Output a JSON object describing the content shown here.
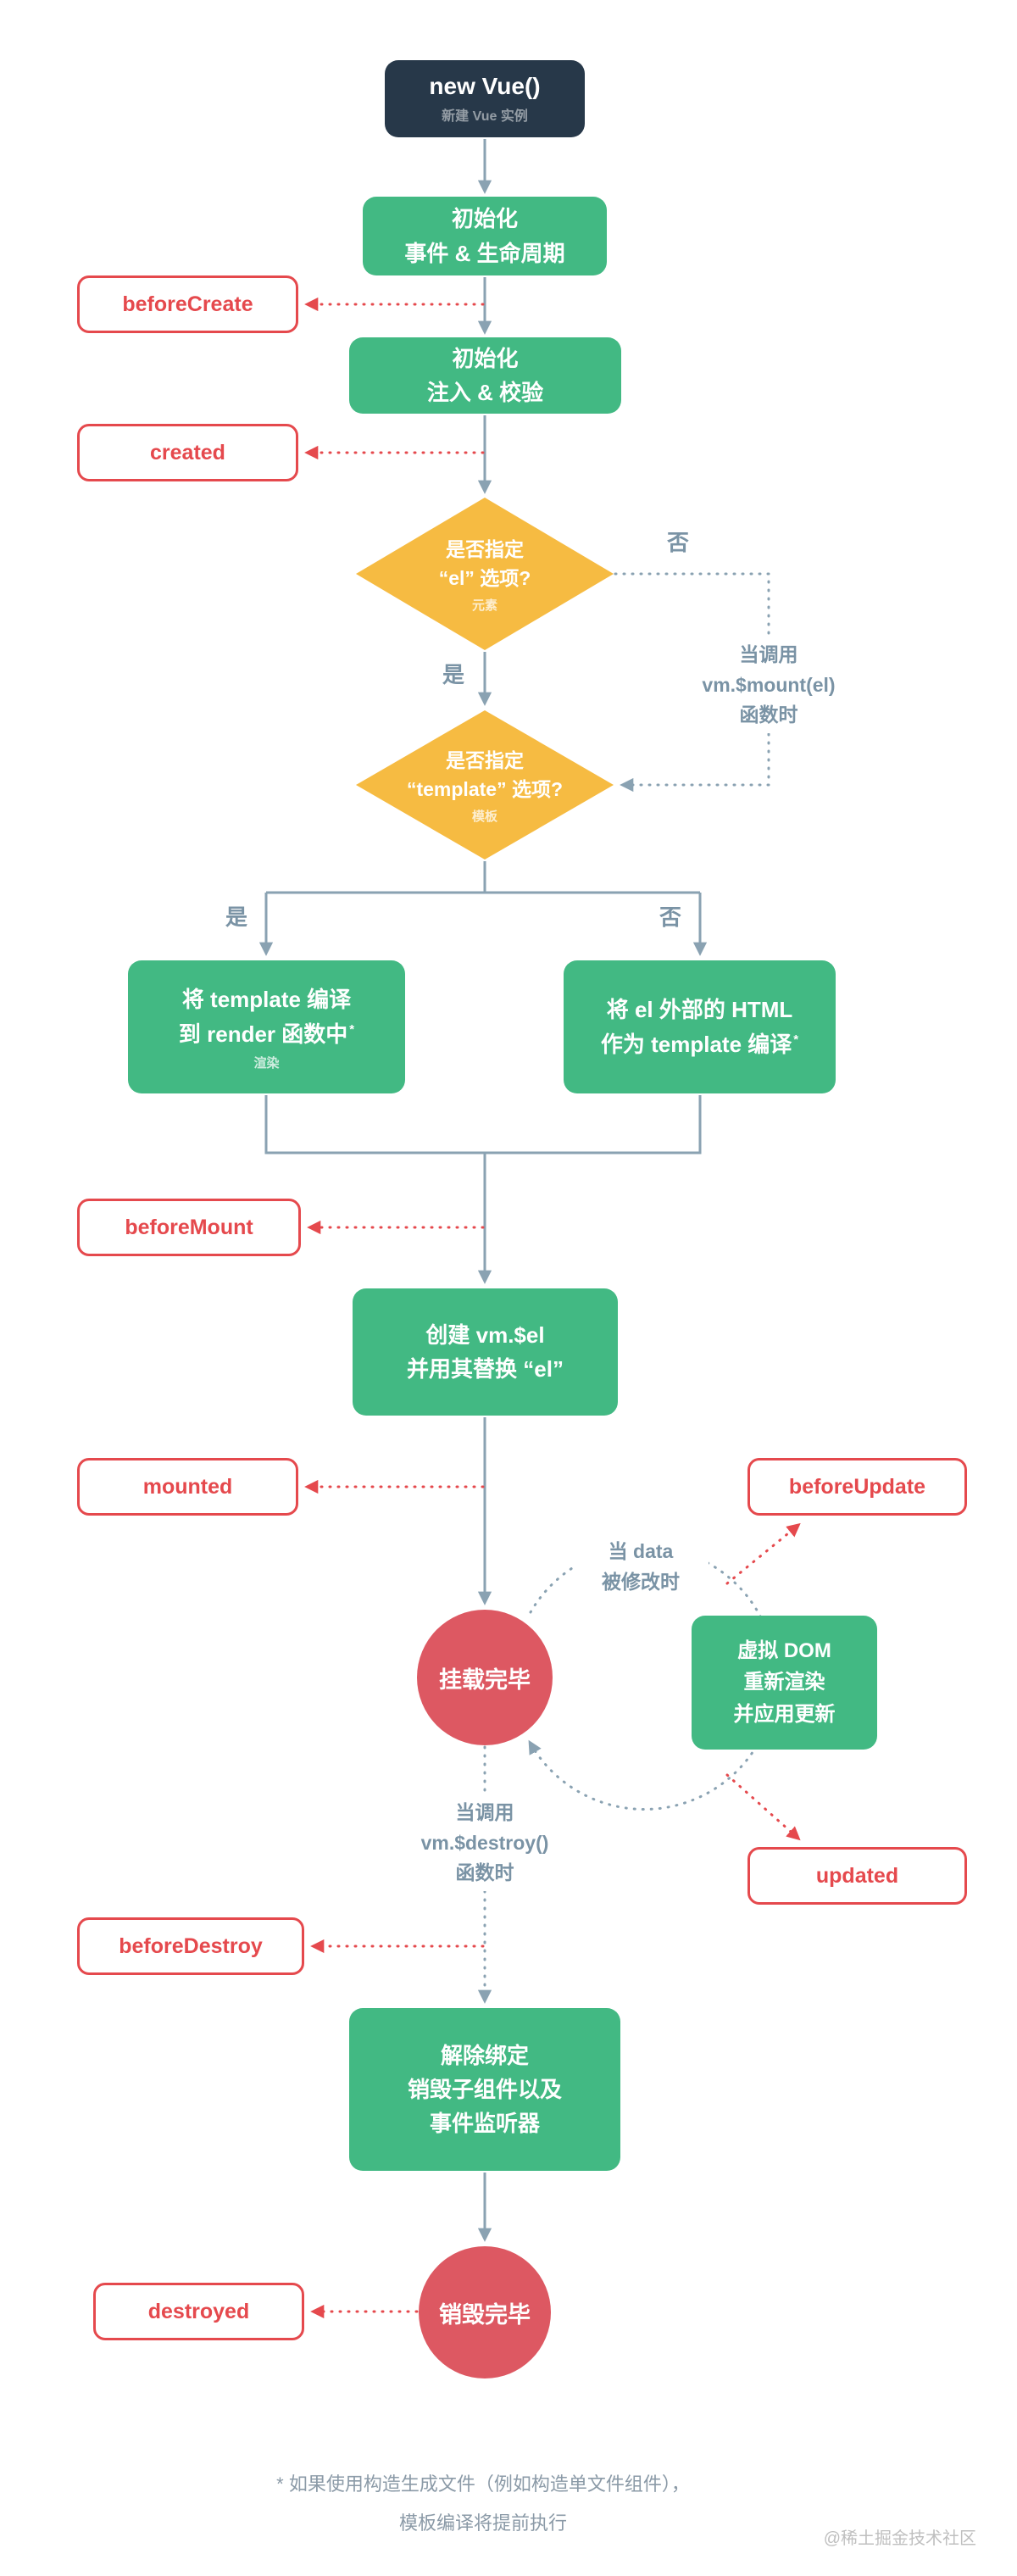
{
  "colors": {
    "node_green": "#42b983",
    "node_navy": "#273849",
    "diamond_orange": "#f6bb42",
    "circle_red": "#dd5862",
    "hook_red": "#e5494d",
    "line_gray": "#8aa2b2",
    "label_gray": "#7a93a5"
  },
  "nodes": {
    "new_vue": {
      "title": "new Vue()",
      "subtitle": "新建 Vue 实例"
    },
    "init_lifecycle": {
      "line1": "初始化",
      "line2": "事件 & 生命周期"
    },
    "init_injections": {
      "line1": "初始化",
      "line2": "注入 & 校验"
    },
    "has_el": {
      "line1": "是否指定",
      "line2": "“el” 选项?",
      "sub": "元素"
    },
    "has_template": {
      "line1": "是否指定",
      "line2": "“template” 选项?",
      "sub": "模板"
    },
    "compile_template": {
      "line1": "将 template 编译",
      "line2": "到 render 函数中",
      "asterisk": "*",
      "sub": "渲染"
    },
    "compile_el": {
      "line1": "将 el 外部的 HTML",
      "line2": "作为 template 编译",
      "asterisk": "*"
    },
    "create_el": {
      "line1": "创建  vm.$el",
      "line2": "并用其替换 “el”"
    },
    "mounted_state": {
      "label": "挂载完毕"
    },
    "virtual_dom": {
      "line1": "虚拟 DOM",
      "line2": "重新渲染",
      "line3": "并应用更新"
    },
    "teardown": {
      "line1": "解除绑定",
      "line2": "销毁子组件以及",
      "line3": "事件监听器"
    },
    "destroyed_state": {
      "label": "销毁完毕"
    }
  },
  "hooks": {
    "before_create": "beforeCreate",
    "created": "created",
    "before_mount": "beforeMount",
    "mounted": "mounted",
    "before_update": "beforeUpdate",
    "updated": "updated",
    "before_destroy": "beforeDestroy",
    "destroyed": "destroyed"
  },
  "edge_labels": {
    "no_el": "否",
    "yes_el": "是",
    "yes_template": "是",
    "no_template": "否",
    "mount_call": {
      "line1": "当调用",
      "line2": "vm.$mount(el)",
      "line3": "函数时"
    },
    "data_changed": {
      "line1": "当 data",
      "line2": "被修改时"
    },
    "destroy_call": {
      "line1": "当调用",
      "line2": "vm.$destroy()",
      "line3": "函数时"
    }
  },
  "footnote": {
    "line1": "* 如果使用构造生成文件（例如构造单文件组件），",
    "line2": "模板编译将提前执行"
  },
  "watermark": "@稀土掘金技术社区"
}
